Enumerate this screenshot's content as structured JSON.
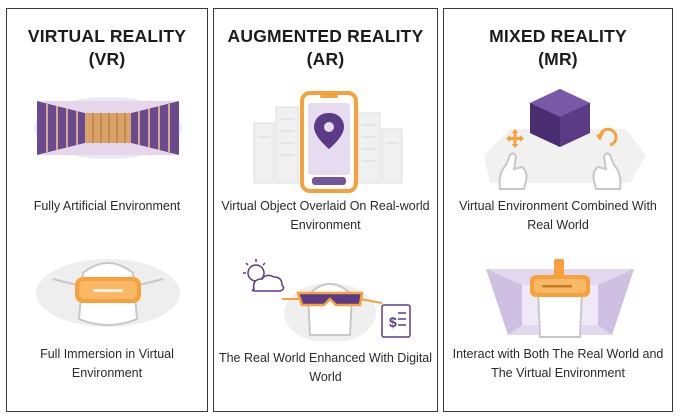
{
  "panels": [
    {
      "title_line1": "VIRTUAL REALITY",
      "title_line2": "(VR)",
      "caption_top": "Fully Artificial Environment",
      "caption_bottom": "Full Immersion in Virtual Environment"
    },
    {
      "title_line1": "AUGMENTED REALITY",
      "title_line2": "(AR)",
      "caption_top": "Virtual Object Overlaid On Real-world Environment",
      "caption_bottom": "The Real World Enhanced With Digital World",
      "receipt_symbol": "$"
    },
    {
      "title_line1": "MIXED REALITY",
      "title_line2": "(MR)",
      "caption_top": "Virtual Environment Combined With Real World",
      "caption_bottom": "Interact with Both The Real World and The Virtual Environment"
    }
  ],
  "colors": {
    "purple": "#5b3a86",
    "light_purple": "#cbbfe0",
    "orange": "#f7a13d",
    "gray_line": "#b9b9b9"
  },
  "icons": [
    "vr-room-illustration",
    "vr-headset-icon",
    "phone-location-pin-icon",
    "ar-glasses-icon",
    "weather-cloud-icon",
    "receipt-icon",
    "purple-cube-icon",
    "move-arrows-icon",
    "rotate-arrow-icon",
    "mr-headset-icon"
  ]
}
